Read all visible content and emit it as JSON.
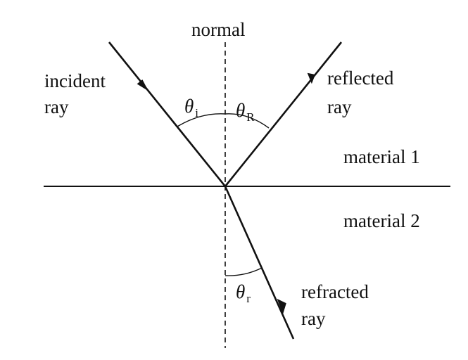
{
  "labels": {
    "normal": "normal",
    "incident_1": "incident",
    "incident_2": "ray",
    "reflected_1": "reflected",
    "reflected_2": "ray",
    "refracted_1": "refracted",
    "refracted_2": "ray",
    "material_1": "material 1",
    "material_2": "material 2"
  },
  "angles": {
    "incidence": {
      "symbol": "θ",
      "subscript": "i"
    },
    "reflection": {
      "symbol": "θ",
      "subscript": "R"
    },
    "refraction": {
      "symbol": "θ",
      "subscript": "r"
    }
  },
  "colors": {
    "ink": "#111111",
    "background": "#ffffff"
  }
}
